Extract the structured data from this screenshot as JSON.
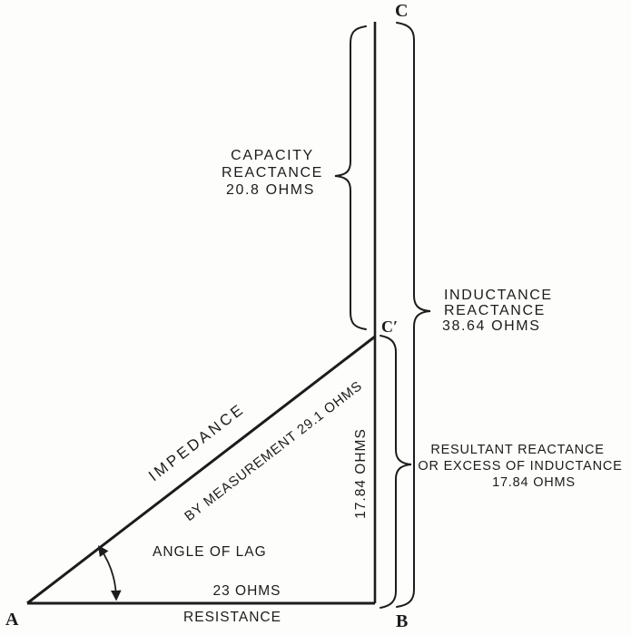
{
  "figure": {
    "colors": {
      "ink": "#1c1c1c",
      "paper": "#fdfdfb"
    },
    "points": {
      "a": "A",
      "b": "B",
      "c": "C",
      "c_prime": "C′"
    },
    "capacity_brace_label": {
      "line1": "CAPACITY",
      "line2": "REACTANCE",
      "line3": "20.8 OHMS"
    },
    "inductance_brace_label": {
      "line1": "INDUCTANCE",
      "line2": "REACTANCE",
      "line3": "38.64 OHMS"
    },
    "resultant_brace_label": {
      "line1": "RESULTANT REACTANCE",
      "line2": "OR EXCESS OF INDUCTANCE",
      "line3": "17.84 OHMS"
    },
    "impedance_label": {
      "line1": "IMPEDANCE",
      "line2": "BY MEASUREMENT 29.1 OHMS"
    },
    "angle_of_lag_label": "ANGLE OF LAG",
    "bc_segment_label": "17.84 OHMS",
    "resistance_value_label": "23 OHMS",
    "resistance_label": "RESISTANCE"
  }
}
